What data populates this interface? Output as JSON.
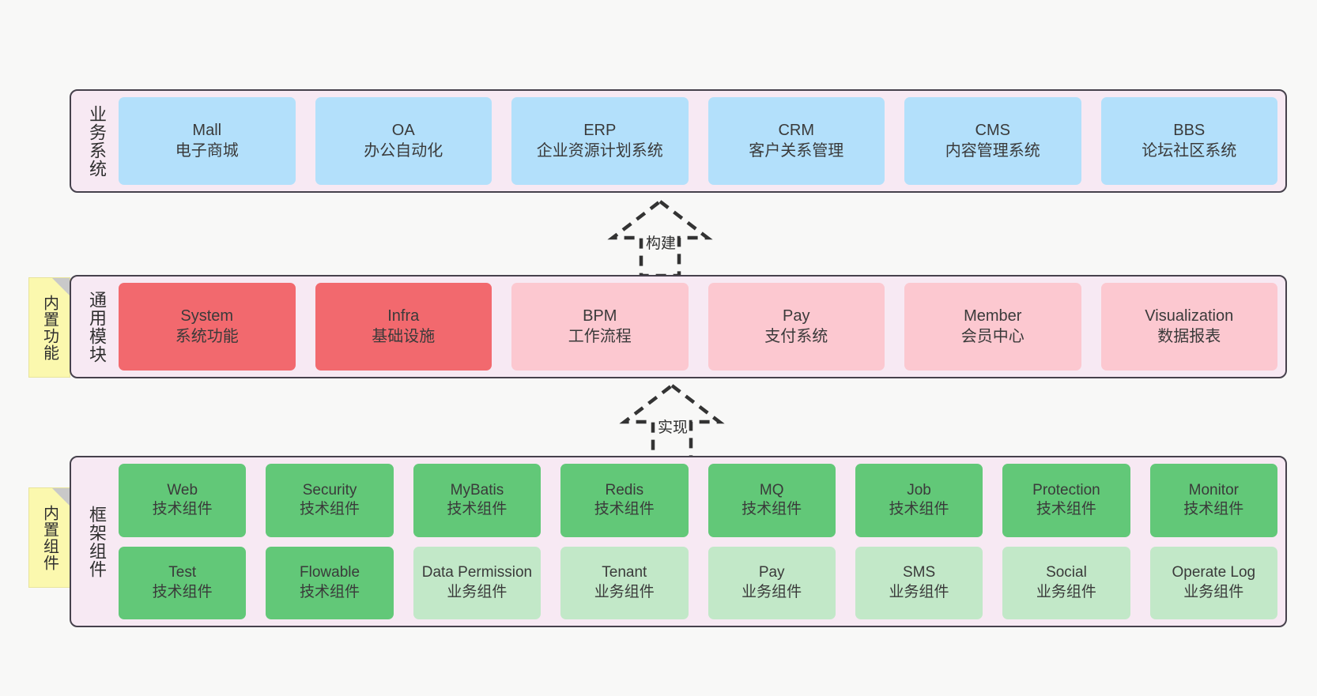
{
  "diagram": {
    "background_color": "#f8f8f7",
    "layer_fill": "#f7e9f3",
    "layer_border": "#46414c"
  },
  "notes": [
    {
      "id": "builtin-functions",
      "text": "内置功能",
      "color": "#fbf8ae"
    },
    {
      "id": "builtin-components",
      "text": "内置组件",
      "color": "#fbf8ae"
    }
  ],
  "arrows": [
    {
      "id": "build",
      "label": "构建",
      "style": "dashed-hollow-triangle",
      "direction": "up"
    },
    {
      "id": "implement",
      "label": "实现",
      "style": "dashed-hollow-triangle",
      "direction": "up"
    }
  ],
  "layers": [
    {
      "id": "business-system",
      "title": "业务系统",
      "rows": [
        {
          "nodes": [
            {
              "name": "Mall",
              "desc": "电子商城",
              "color": "blue",
              "hex": "#b3e0fb"
            },
            {
              "name": "OA",
              "desc": "办公自动化",
              "color": "blue",
              "hex": "#b3e0fb"
            },
            {
              "name": "ERP",
              "desc": "企业资源计划系统",
              "color": "blue",
              "hex": "#b3e0fb"
            },
            {
              "name": "CRM",
              "desc": "客户关系管理",
              "color": "blue",
              "hex": "#b3e0fb"
            },
            {
              "name": "CMS",
              "desc": "内容管理系统",
              "color": "blue",
              "hex": "#b3e0fb"
            },
            {
              "name": "BBS",
              "desc": "论坛社区系统",
              "color": "blue",
              "hex": "#b3e0fb"
            }
          ]
        }
      ]
    },
    {
      "id": "common-module",
      "title": "通用模块",
      "rows": [
        {
          "nodes": [
            {
              "name": "System",
              "desc": "系统功能",
              "color": "red",
              "hex": "#f2696e"
            },
            {
              "name": "Infra",
              "desc": "基础设施",
              "color": "red",
              "hex": "#f2696e"
            },
            {
              "name": "BPM",
              "desc": "工作流程",
              "color": "pink",
              "hex": "#fcc8d0"
            },
            {
              "name": "Pay",
              "desc": "支付系统",
              "color": "pink",
              "hex": "#fcc8d0"
            },
            {
              "name": "Member",
              "desc": "会员中心",
              "color": "pink",
              "hex": "#fcc8d0"
            },
            {
              "name": "Visualization",
              "desc": "数据报表",
              "color": "pink",
              "hex": "#fcc8d0"
            }
          ]
        }
      ]
    },
    {
      "id": "framework-component",
      "title": "框架组件",
      "rows": [
        {
          "nodes": [
            {
              "name": "Web",
              "desc": "技术组件",
              "color": "green",
              "hex": "#62c878"
            },
            {
              "name": "Security",
              "desc": "技术组件",
              "color": "green",
              "hex": "#62c878"
            },
            {
              "name": "MyBatis",
              "desc": "技术组件",
              "color": "green",
              "hex": "#62c878"
            },
            {
              "name": "Redis",
              "desc": "技术组件",
              "color": "green",
              "hex": "#62c878"
            },
            {
              "name": "MQ",
              "desc": "技术组件",
              "color": "green",
              "hex": "#62c878"
            },
            {
              "name": "Job",
              "desc": "技术组件",
              "color": "green",
              "hex": "#62c878"
            },
            {
              "name": "Protection",
              "desc": "技术组件",
              "color": "green",
              "hex": "#62c878"
            },
            {
              "name": "Monitor",
              "desc": "技术组件",
              "color": "green",
              "hex": "#62c878"
            }
          ]
        },
        {
          "nodes": [
            {
              "name": "Test",
              "desc": "技术组件",
              "color": "green",
              "hex": "#62c878"
            },
            {
              "name": "Flowable",
              "desc": "技术组件",
              "color": "green",
              "hex": "#62c878"
            },
            {
              "name": "Data Permission",
              "desc": "业务组件",
              "color": "lgreen",
              "hex": "#c2e8c8"
            },
            {
              "name": "Tenant",
              "desc": "业务组件",
              "color": "lgreen",
              "hex": "#c2e8c8"
            },
            {
              "name": "Pay",
              "desc": "业务组件",
              "color": "lgreen",
              "hex": "#c2e8c8"
            },
            {
              "name": "SMS",
              "desc": "业务组件",
              "color": "lgreen",
              "hex": "#c2e8c8"
            },
            {
              "name": "Social",
              "desc": "业务组件",
              "color": "lgreen",
              "hex": "#c2e8c8"
            },
            {
              "name": "Operate Log",
              "desc": "业务组件",
              "color": "lgreen",
              "hex": "#c2e8c8"
            }
          ]
        }
      ]
    }
  ]
}
